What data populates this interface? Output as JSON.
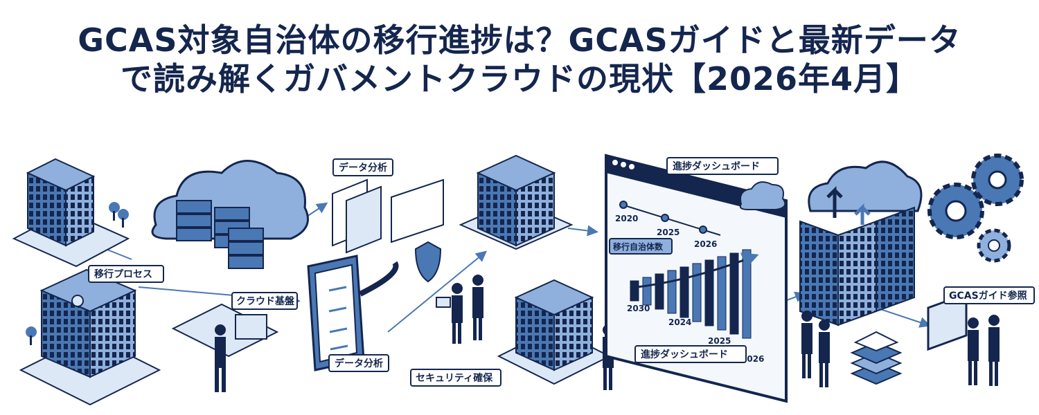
{
  "title": {
    "line1": "GCAS対象自治体の移行進捗は？GCASガイドと最新データ",
    "line2": "で読み解くガバメントクラウドの現状【2026年4月】"
  },
  "labels": {
    "migration_process": "移行プロセス",
    "cloud_platform": "クラウド基盤",
    "data_analysis_top": "データ分析",
    "data_analysis_bottom": "データ分析",
    "security": "セキュリティ確保",
    "dashboard_top": "進捗ダッシュボード",
    "dashboard_bottom": "進捗ダッシュボード",
    "gcas_guide": "GCASガイド参照"
  },
  "dashboard": {
    "timeline_years": [
      "2020",
      "2025",
      "2026"
    ],
    "chart_label": "移行自治体数",
    "axis_years": [
      "2030",
      "2024",
      "2025",
      "2026"
    ],
    "bar_values": [
      1,
      2,
      3,
      4,
      5,
      6,
      7,
      8,
      9,
      10
    ]
  },
  "colors": {
    "navy": "#14264e",
    "steel_blue": "#4a78b4",
    "light_blue": "#8fb0dc",
    "pale_blue": "#dce8f6"
  },
  "icons": [
    "office-building-icon",
    "cloud-server-icon",
    "clipboard-checklist-icon",
    "shield-icon",
    "gear-icon",
    "laptop-icon",
    "document-stack-icon",
    "person-icon"
  ]
}
